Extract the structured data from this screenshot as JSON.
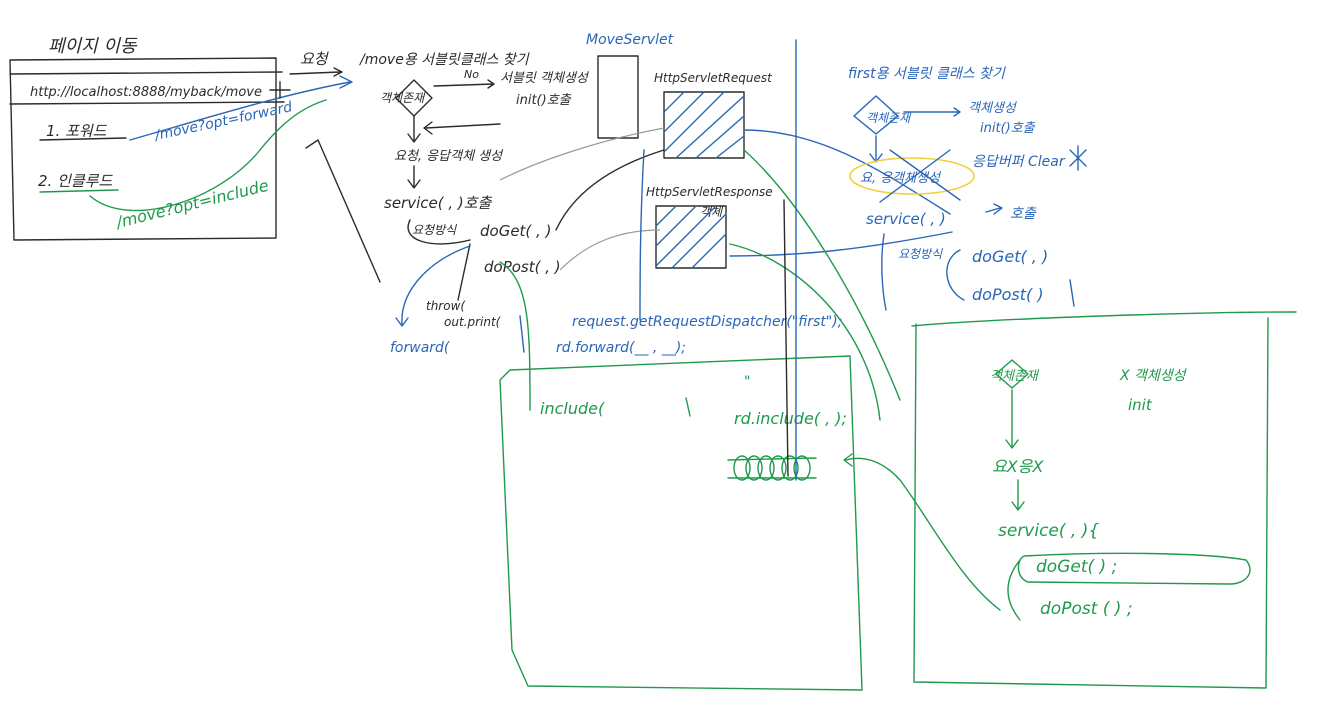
{
  "left": {
    "title": "페이지 이동",
    "url": "http://localhost:8888/myback/move",
    "option1": "1. 포워드",
    "option2": "2. 인클루드",
    "forward_query": "/move?opt=forward",
    "include_query": "/move?opt=include"
  },
  "request_flow": {
    "request_label": "요청",
    "find_class": "/move용 서블릿클래스 찾기",
    "no_label": "No",
    "create_object": "서블릿 객체생성",
    "init_call": "init()호출",
    "exists_label": "객체존재",
    "req_res_create": "요청, 응답객체 생성",
    "service_call": "service( , )호출",
    "method_label": "요청방식",
    "doget": "doGet( , )",
    "dopost": "doPost( , )",
    "throw_label": "throw(",
    "out_print": "out.print(",
    "forward_label": "forward(",
    "dispatcher_line": "request.getRequestDispatcher(\"first\");",
    "rd_forward": "rd.forward(__ , __);",
    "include_label": "include(",
    "ditto": "\"",
    "rd_include": "rd.include( , );"
  },
  "servlet": {
    "move_servlet": "MoveServlet",
    "http_request": "HttpServletRequest",
    "http_response": "HttpServletResponse",
    "obj_label": "객체"
  },
  "right_flow": {
    "find_class": "first용 서블릿 클래스 찾기",
    "exists_label": "객체존재",
    "create_object": "객체생성",
    "init_call": "init()호출",
    "req_res_create": "요, 응객체생성",
    "buffer_clear": "응답버퍼 Clear",
    "service_call": "service( , )",
    "call_label": "호출",
    "method_label": "요청방식",
    "doget": "doGet( , )",
    "dopost": "doPost( )"
  },
  "include_box": {
    "exists_label": "객체존재",
    "create_object": "X 객체생성",
    "init_call": "init",
    "req_res": "요X응X",
    "service_call": "service( , ){",
    "doget": "doGet( ) ;",
    "dopost": "doPost ( ) ;"
  },
  "colors": {
    "dark": "#2b2b2b",
    "blue": "#2a66b8",
    "green": "#1f9a4c",
    "yellow": "#f2d23c"
  }
}
